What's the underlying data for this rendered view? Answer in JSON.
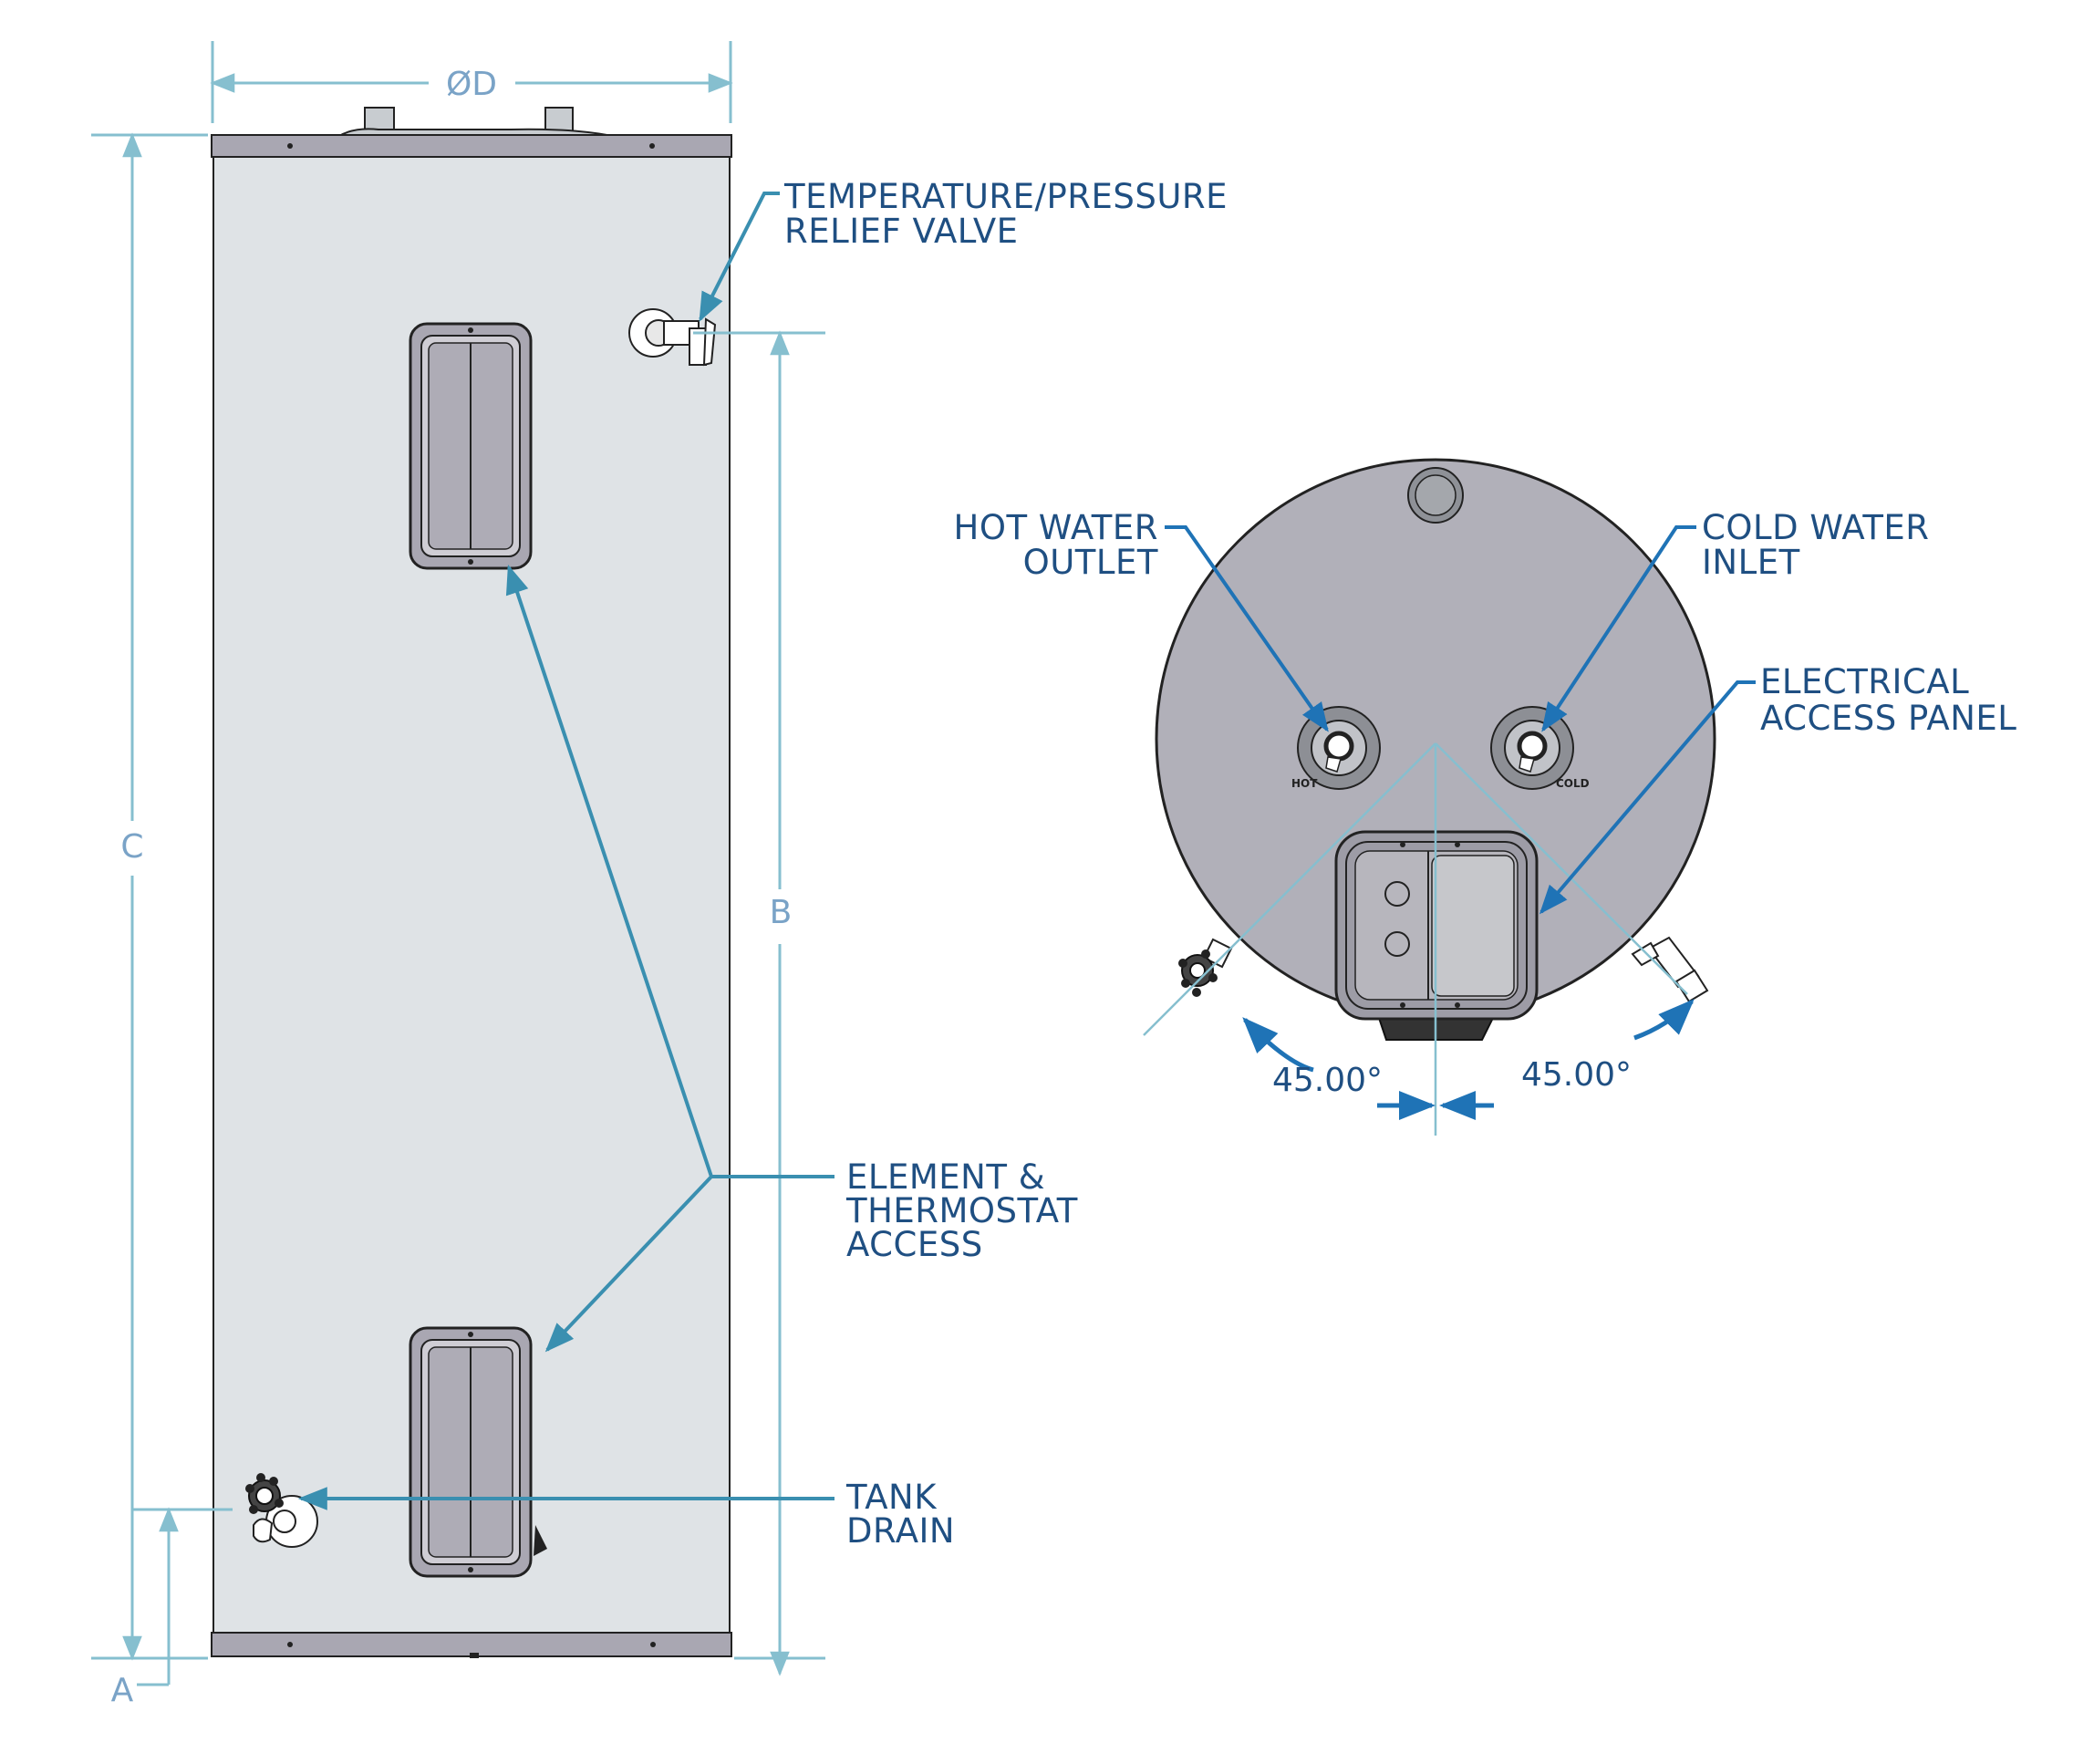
{
  "labels": {
    "tp_valve_line1": "TEMPERATURE/PRESSURE",
    "tp_valve_line2": "RELIEF VALVE",
    "element_line1": "ELEMENT &",
    "element_line2": "THERMOSTAT",
    "element_line3": "ACCESS",
    "drain_line1": "TANK",
    "drain_line2": "DRAIN",
    "hot_line1": "HOT WATER",
    "hot_line2": "OUTLET",
    "cold_line1": "COLD WATER",
    "cold_line2": "INLET",
    "electrical_line1": "ELECTRICAL",
    "electrical_line2": "ACCESS PANEL",
    "hot_small": "HOT",
    "cold_small": "COLD"
  },
  "dimensions": {
    "diameter": "ØD",
    "height_total": "C",
    "height_valve": "B",
    "height_drain": "A",
    "angle_left": "45.00°",
    "angle_right": "45.00°"
  },
  "colors": {
    "tank_body": "#dfe3e6",
    "top_view": "#b1b0b9",
    "dim_line": "#86bfcf",
    "leader": "#3a8fb0",
    "leader_dark": "#1f73b6",
    "text": "#1f4f82"
  }
}
